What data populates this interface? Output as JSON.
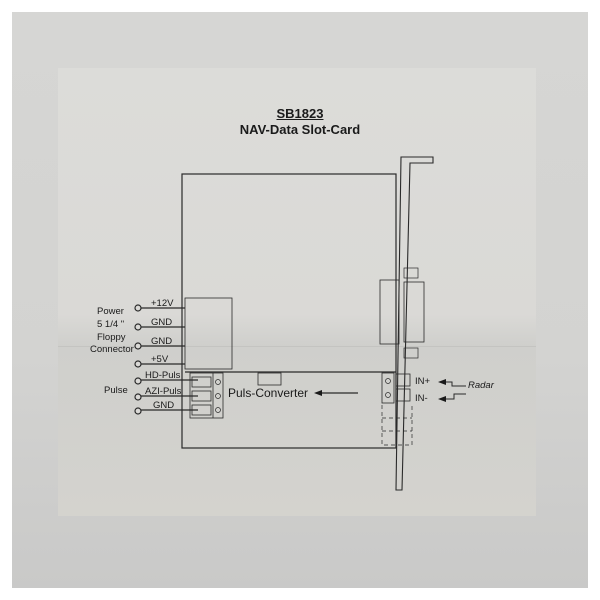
{
  "document": {
    "part_number": "SB1823",
    "title": "NAV-Data Slot-Card"
  },
  "left_connectors": {
    "power_group_label": [
      "Power",
      "5 1/4 \"",
      "Floppy",
      "Connector"
    ],
    "power_pins": [
      "+12V",
      "GND",
      "GND",
      "+5V"
    ],
    "pulse_group_label": "Pulse",
    "pulse_pins": [
      "HD-Puls",
      "AZI-Puls",
      "GND"
    ]
  },
  "board": {
    "module_label": "Puls-Converter"
  },
  "right_connectors": {
    "pins": [
      "IN+",
      "IN-"
    ],
    "source_label": "Radar"
  },
  "colors": {
    "paper": "#dad9d6",
    "ink": "#1a1a1a",
    "background": "#ffffff"
  }
}
